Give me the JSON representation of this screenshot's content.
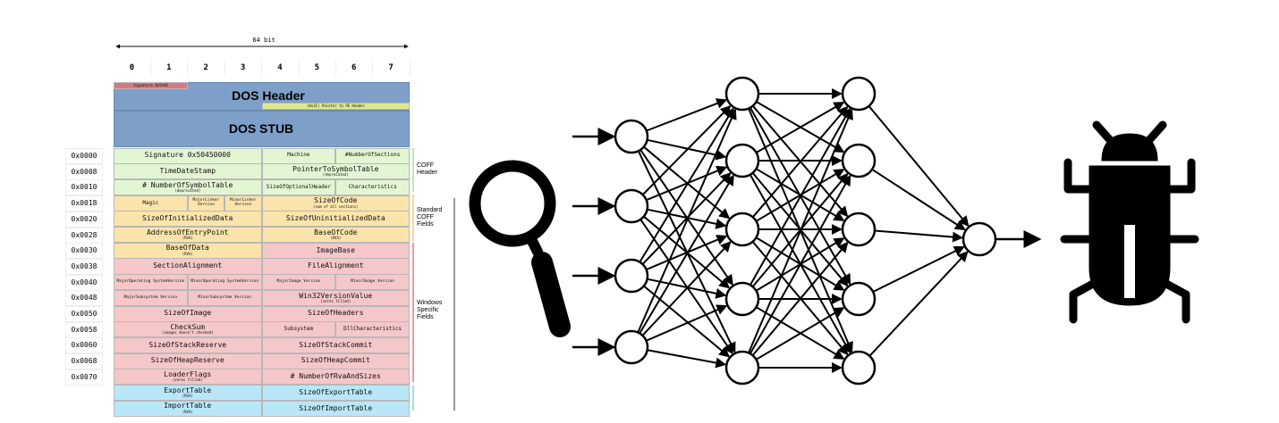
{
  "pe_diagram": {
    "width_label": "64 bit",
    "bit_columns": [
      "0",
      "1",
      "2",
      "3",
      "4",
      "5",
      "6",
      "7"
    ],
    "dos_header": {
      "title": "DOS Header",
      "signature": "Signature 0x5A4D",
      "pointer": "(0x3C) Pointer to PE Header"
    },
    "dos_stub": {
      "title": "DOS STUB"
    },
    "section_labels": {
      "coff_header": "COFF Header",
      "standard_coff": "Standard COFF Fields",
      "windows_specific": "Windows Specific Fields"
    },
    "colors": {
      "coff": "#e2f6d3",
      "standard": "#fbe4ab",
      "windows": "#f5c7c8",
      "data_dirs": "#b9e7f8",
      "dos": "#7ea0c8",
      "signature": "#d57a80",
      "pointer": "#dfe78f"
    },
    "rows": [
      {
        "offset": "0x0000",
        "group": "coff",
        "cells": [
          {
            "t": "Signature 0x50450000",
            "b": 4
          },
          {
            "t": "Machine",
            "b": 2,
            "s": 1
          },
          {
            "t": "#NumberOfSections",
            "b": 2,
            "s": 1
          }
        ]
      },
      {
        "offset": "0x0008",
        "group": "coff",
        "cells": [
          {
            "t": "TimeDateStamp",
            "b": 4
          },
          {
            "t": "PointerToSymbolTable",
            "sub": "(deprecated)",
            "b": 4
          }
        ]
      },
      {
        "offset": "0x0010",
        "group": "coff",
        "cells": [
          {
            "t": "# NumberOfSymbolTable",
            "sub": "(deprecated)",
            "b": 4
          },
          {
            "t": "SizeOfOptionalHeader",
            "b": 2,
            "s": 1
          },
          {
            "t": "Characteristics",
            "b": 2,
            "s": 1
          }
        ]
      },
      {
        "offset": "0x0018",
        "group": "standard",
        "cells": [
          {
            "t": "Magic",
            "b": 2,
            "s": 1
          },
          {
            "t": "MajorLinker Version",
            "b": 1,
            "s": 2
          },
          {
            "t": "MinorLinker Version",
            "b": 1,
            "s": 2
          },
          {
            "t": "SizeOfCode",
            "sub": "(sum of all sections)",
            "b": 4
          }
        ]
      },
      {
        "offset": "0x0020",
        "group": "standard",
        "cells": [
          {
            "t": "SizeOfInitializedData",
            "b": 4
          },
          {
            "t": "SizeOfUninitializedData",
            "b": 4
          }
        ]
      },
      {
        "offset": "0x0028",
        "group": "standard",
        "cells": [
          {
            "t": "AddressOfEntryPoint",
            "sub": "(RVA)",
            "b": 4
          },
          {
            "t": "BaseOfCode",
            "sub": "(RVA)",
            "b": 4
          }
        ]
      },
      {
        "offset": "0x0030",
        "group": "mixed",
        "cells": [
          {
            "t": "BaseOfData",
            "sub": "(RVA)",
            "b": 4,
            "g": "standard"
          },
          {
            "t": "ImageBase",
            "b": 4,
            "g": "windows"
          }
        ]
      },
      {
        "offset": "0x0038",
        "group": "windows",
        "cells": [
          {
            "t": "SectionAlignment",
            "b": 4
          },
          {
            "t": "FileAlignment",
            "b": 4
          }
        ]
      },
      {
        "offset": "0x0040",
        "group": "windows",
        "cells": [
          {
            "t": "MajorOperating SystemVersion",
            "b": 2,
            "s": 2
          },
          {
            "t": "MinorOperating SystemVersion",
            "b": 2,
            "s": 2
          },
          {
            "t": "MajorImage Version",
            "b": 2,
            "s": 2
          },
          {
            "t": "MinorImage Version",
            "b": 2,
            "s": 2
          }
        ]
      },
      {
        "offset": "0x0048",
        "group": "windows",
        "cells": [
          {
            "t": "MajorSubsystem Version",
            "b": 2,
            "s": 2
          },
          {
            "t": "MinorSubsystem Version",
            "b": 2,
            "s": 2
          },
          {
            "t": "Win32VersionValue",
            "sub": "(zeros filled)",
            "b": 4
          }
        ]
      },
      {
        "offset": "0x0050",
        "group": "windows",
        "cells": [
          {
            "t": "SizeOfImage",
            "b": 4
          },
          {
            "t": "SizeOfHeaders",
            "b": 4
          }
        ]
      },
      {
        "offset": "0x0058",
        "group": "windows",
        "cells": [
          {
            "t": "CheckSum",
            "sub": "(images doesn't checked)",
            "b": 4
          },
          {
            "t": "Subsystem",
            "b": 2,
            "s": 1
          },
          {
            "t": "DllCharacteristics",
            "b": 2,
            "s": 1
          }
        ]
      },
      {
        "offset": "0x0060",
        "group": "windows",
        "cells": [
          {
            "t": "SizeOfStackReserve",
            "b": 4
          },
          {
            "t": "SizeOfStackCommit",
            "b": 4
          }
        ]
      },
      {
        "offset": "0x0068",
        "group": "windows",
        "cells": [
          {
            "t": "SizeOfHeapReserve",
            "b": 4
          },
          {
            "t": "SizeOfHeapCommit",
            "b": 4
          }
        ]
      },
      {
        "offset": "0x0070",
        "group": "windows",
        "cells": [
          {
            "t": "LoaderFlags",
            "sub": "(zeros filled)",
            "b": 4
          },
          {
            "t": "# NumberOfRvaAndSizes",
            "b": 4
          }
        ]
      },
      {
        "offset": "",
        "group": "data_dirs",
        "cells": [
          {
            "t": "ExportTable",
            "sub": "(RVA)",
            "b": 4
          },
          {
            "t": "SizeOfExportTable",
            "b": 4
          }
        ]
      },
      {
        "offset": "",
        "group": "data_dirs",
        "cells": [
          {
            "t": "ImportTable",
            "sub": "(RVA)",
            "b": 4
          },
          {
            "t": "SizeOfImportTable",
            "b": 4
          }
        ]
      }
    ]
  },
  "neural_network": {
    "layers": [
      4,
      5,
      5,
      1
    ],
    "input_arrows": 4,
    "output_arrow": 1
  },
  "icons": {
    "magnifier": "magnifying-glass-icon",
    "bug": "bug-icon"
  }
}
